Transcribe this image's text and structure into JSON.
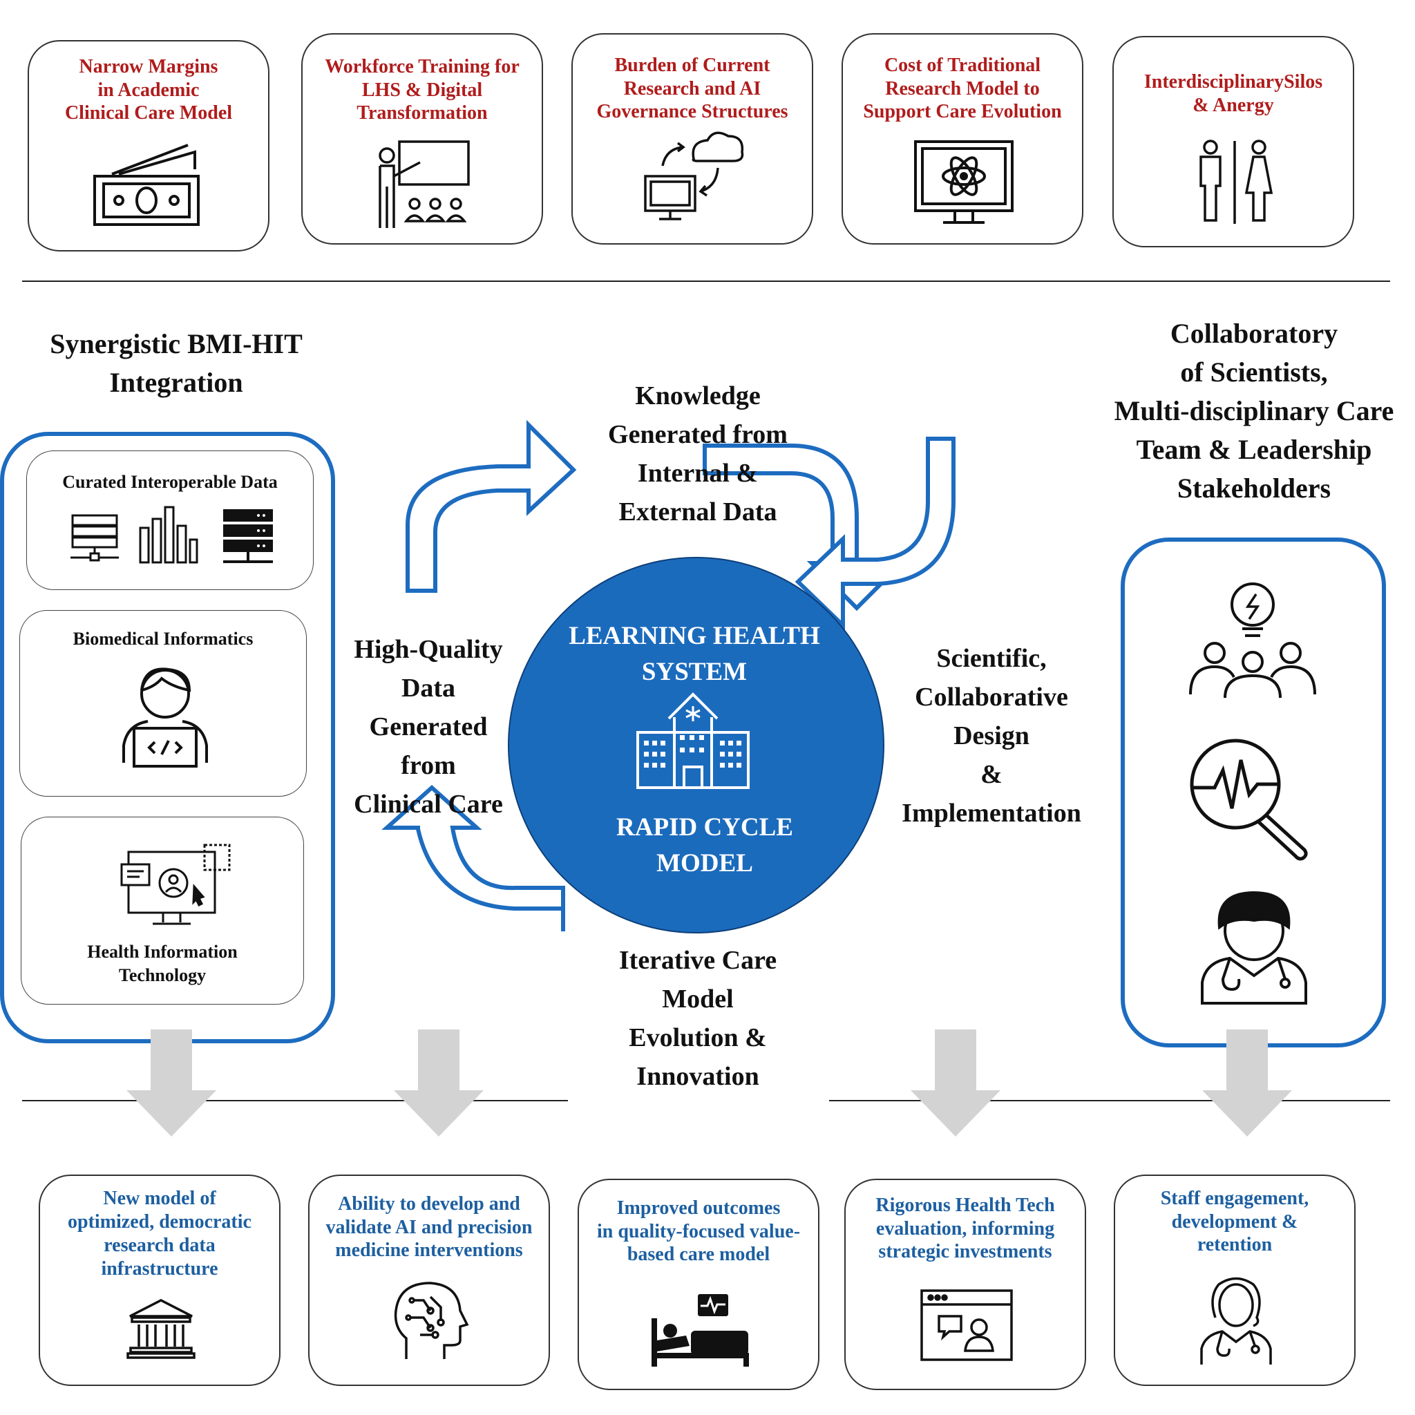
{
  "challenges": [
    {
      "label": "Narrow Margins\nin Academic\nClinical Care Model",
      "icon": "money-icon"
    },
    {
      "label": "Workforce Training for\nLHS & Digital\nTransformation",
      "icon": "presentation-teacher-icon"
    },
    {
      "label": "Burden of Current\nResearch and AI\nGovernance Structures",
      "icon": "cloud-sync-computer-icon"
    },
    {
      "label": "Cost of Traditional\nResearch Model to\nSupport Care Evolution",
      "icon": "monitor-atom-icon"
    },
    {
      "label": "InterdisciplinarySilos\n& Anergy",
      "icon": "divided-people-icon"
    }
  ],
  "left_panel": {
    "title": "Synergistic BMI-HIT\nIntegration",
    "boxes": [
      {
        "label": "Curated Interoperable Data",
        "icons": [
          "server-icon",
          "bar-chart-icon",
          "database-icon"
        ]
      },
      {
        "label": "Biomedical Informatics",
        "icon": "programmer-laptop-icon"
      },
      {
        "label": "Health Information\nTechnology",
        "icon": "computer-screen-user-icon"
      }
    ]
  },
  "right_panel": {
    "title": "Collaboratory\nof Scientists,\nMulti-disciplinary Care\nTeam & Leadership\nStakeholders",
    "icons": [
      "team-idea-icon",
      "heartbeat-magnifier-icon",
      "doctor-icon"
    ]
  },
  "cycle": {
    "center_title": "LEARNING HEALTH\nSYSTEM",
    "center_subtitle": "RAPID CYCLE\nMODEL",
    "center_icon": "hospital-icon",
    "top": "Knowledge\nGenerated from\nInternal &\nExternal Data",
    "right": "Scientific,\nCollaborative\nDesign\n&\nImplementation",
    "bottom": "Iterative Care\nModel\nEvolution &\nInnovation",
    "left": "High-Quality\nData\nGenerated\nfrom\nClinical Care"
  },
  "outcomes": [
    {
      "label": "New model of\noptimized, democratic\nresearch data\ninfrastructure",
      "icon": "institution-icon"
    },
    {
      "label": "Ability to develop and\nvalidate AI and precision\nmedicine interventions",
      "icon": "ai-head-icon"
    },
    {
      "label": "Improved outcomes\nin quality-focused value-\nbased care model",
      "icon": "hospital-bed-icon"
    },
    {
      "label": "Rigorous Health Tech\nevaluation, informing\nstrategic investments",
      "icon": "video-call-window-icon"
    },
    {
      "label": "Staff engagement,\ndevelopment &\nretention",
      "icon": "female-doctor-icon"
    }
  ],
  "colors": {
    "accent_blue": "#1d6cc0",
    "challenge_red": "#b01c1c",
    "outcome_blue": "#1d5fa0",
    "arrow_gray": "#d3d3d3"
  }
}
